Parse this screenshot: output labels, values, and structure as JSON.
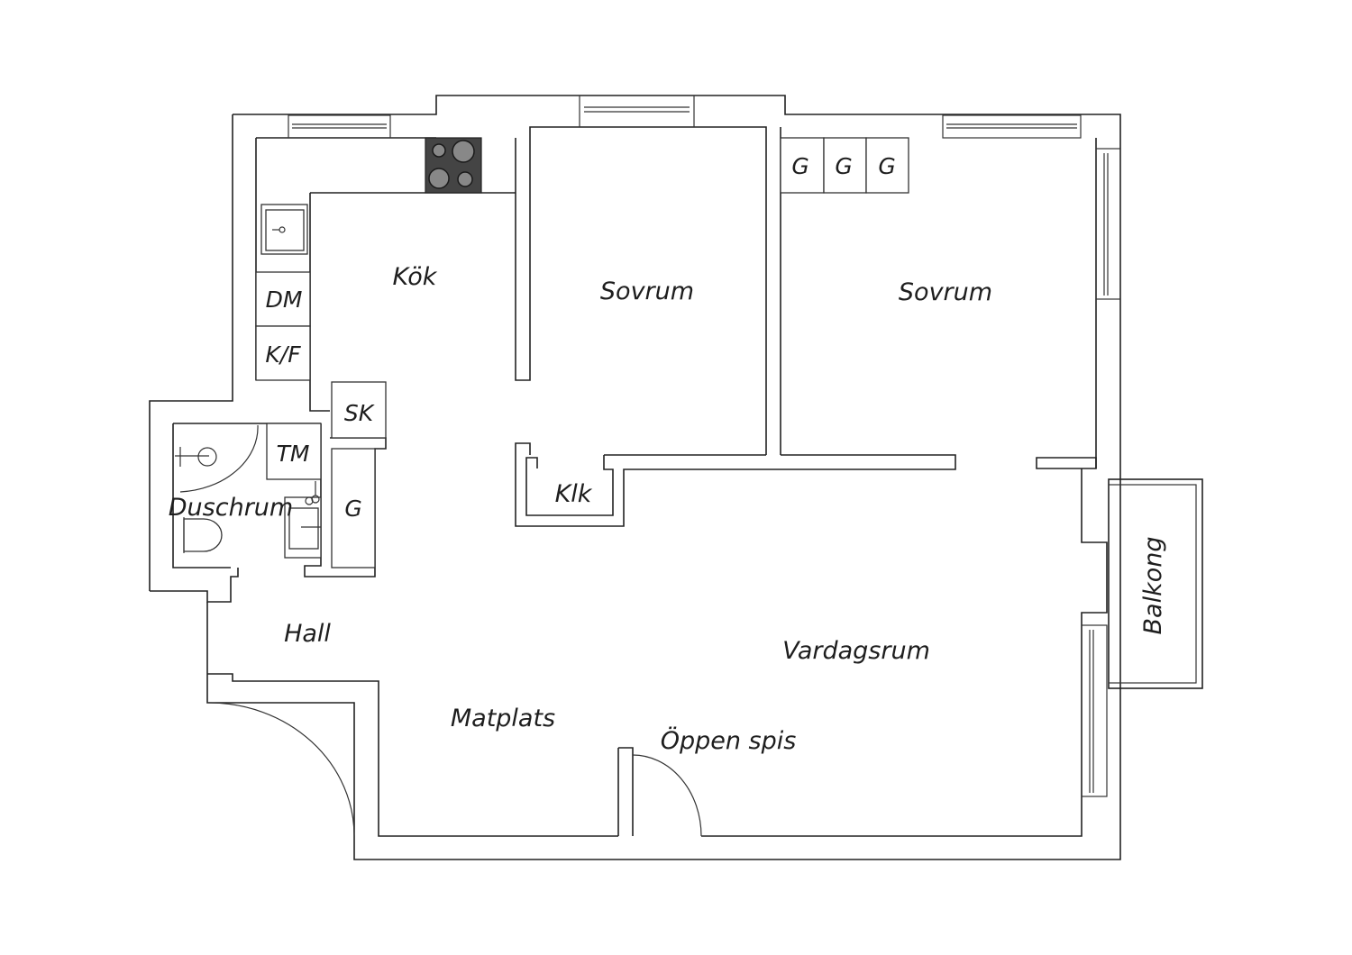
{
  "floorplan": {
    "colors": {
      "wall": "#222222",
      "hob": "#444444",
      "background": "#ffffff"
    },
    "rooms": {
      "kok": "Kök",
      "sovrum_1": "Sovrum",
      "sovrum_2": "Sovrum",
      "klk": "Klk",
      "duschrum": "Duschrum",
      "hall": "Hall",
      "matplats": "Matplats",
      "vardagsrum": "Vardagsrum",
      "oppen_spis": "Öppen spis",
      "balkong": "Balkong"
    },
    "units": {
      "dm": "DM",
      "kf": "K/F",
      "sk": "SK",
      "tm": "TM",
      "g_hall": "G",
      "g_wardrobe_1": "G",
      "g_wardrobe_2": "G",
      "g_wardrobe_3": "G"
    },
    "icons": [
      "stove-hob-icon",
      "kitchen-sink-icon",
      "shower-icon",
      "washbasin-icon",
      "toilet-icon",
      "window-icon",
      "door-swing-icon"
    ]
  }
}
